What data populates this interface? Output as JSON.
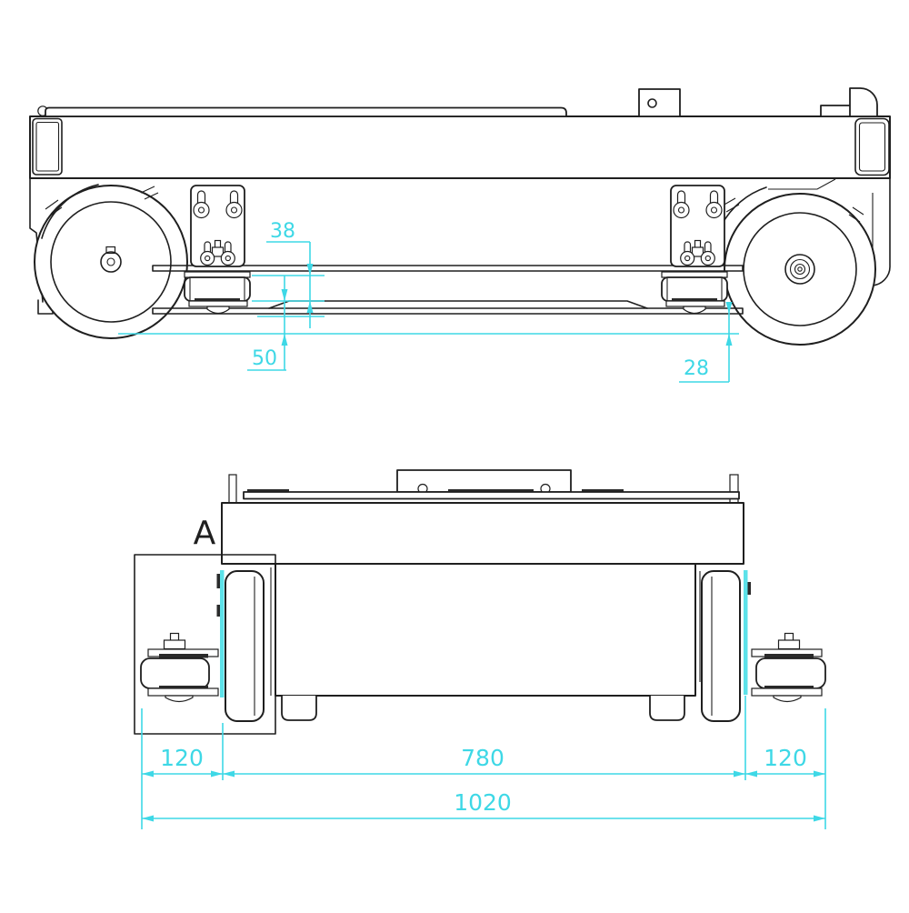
{
  "colors": {
    "line": "#1f1f1f",
    "dimension": "#3ed8e6",
    "highlight": "#5ce2e9",
    "background": "#ffffff"
  },
  "side_view": {
    "dim_plate_gap": "38",
    "dim_rail_height": "50",
    "dim_clearance": "28"
  },
  "front_view": {
    "detail_label": "A",
    "dim_left_caster": "120",
    "dim_body": "780",
    "dim_right_caster": "120",
    "dim_overall": "1020"
  }
}
